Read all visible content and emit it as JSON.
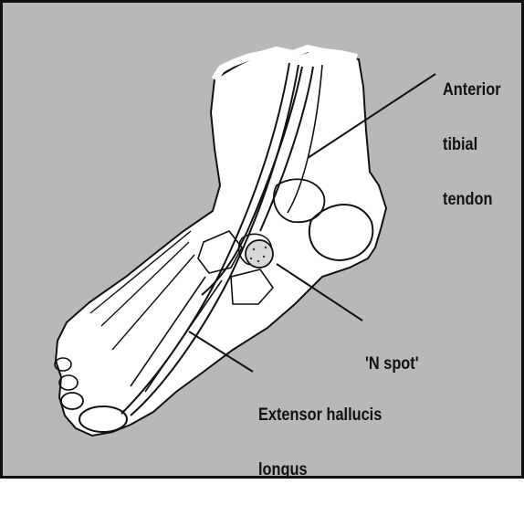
{
  "figure": {
    "background_color": "#b8b8b8",
    "ink_color": "#111111",
    "skin_color": "#ffffff"
  },
  "labels": {
    "anterior_tibial_tendon": [
      "Anterior",
      "tibial",
      "tendon"
    ],
    "n_spot": [
      "'N spot'"
    ],
    "extensor_hallucis_longus": [
      "Extensor hallucis",
      "longus"
    ]
  }
}
